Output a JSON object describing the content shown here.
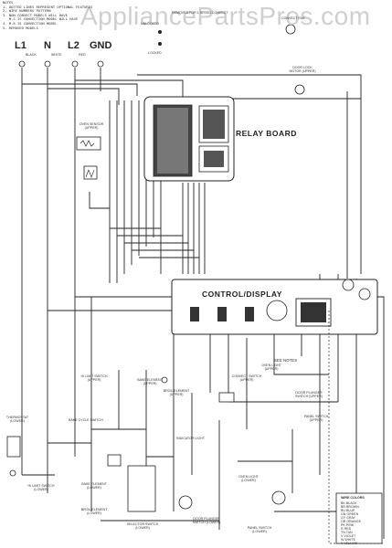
{
  "watermark": "AppliancePartsPros.com",
  "notes": [
    "NOTES",
    "1. DOTTED LINES REPRESENT OPTIONAL FEATURES",
    "2. WIRE NUMBERS PATTERN",
    "3. NON-CONVECT MODELS WILL HAVE",
    "   M-S IS CONVECTION MODEL WILL HAVE",
    "4. M-8 IS CONVECTION MODEL",
    "5. REMOVED MODELS"
  ],
  "note_right": "REMOVED FOR 1 SPEED CONVECT",
  "terminals": {
    "l1": "L1",
    "n": "N",
    "l2": "L2",
    "gnd": "GND",
    "l1_color": "BLACK",
    "n_color": "WHITE",
    "l2_color": "RED"
  },
  "blocks": {
    "relay_board": "RELAY BOARD",
    "control_display": "CONTROL/DISPLAY",
    "oven_sensor": "OVEN SENSOR (UPPER)",
    "convect_fan": "CONVECT FAN",
    "door_lock": "DOOR LOCK MOTOR (UPPER)",
    "hi_limit_upper": "HI LIMIT SWITCH (UPPER)",
    "bake_element_upper": "BAKE ELEMENT (UPPER)",
    "broil_element_upper": "BROIL ELEMENT (UPPER)",
    "convect_switch_upper": "CONVECT SWITCH (UPPER)",
    "oven_light_upper": "OVEN LIGHT (UPPER)",
    "door_plunger_upper": "DOOR PLUNGER SWITCH (UPPER)",
    "panel_switch_upper": "PANEL SWITCH (UPPER)",
    "thermostat_lower": "THERMOSTAT (LOWER)",
    "bake_cycle_switch": "BAKE CYCLE SWITCH",
    "indicator_light": "INDICATOR LIGHT",
    "hi_limit_lower": "HI LIMIT SWITCH (LOWER)",
    "bake_element_lower": "BAKE ELEMENT (LOWER)",
    "broil_element_lower": "BROIL ELEMENT (LOWER)",
    "selector_switch": "SELECTOR SWITCH (LOWER)",
    "oven_light_lower": "OVEN LIGHT (LOWER)",
    "door_plunger_lower": "DOOR PLUNGER SWITCH (LOWER)",
    "panel_switch_lower": "PANEL SWITCH (LOWER)",
    "see_notes": "SEE NOTES",
    "unlocked": "UNLOCKED",
    "locked": "LOCKED"
  },
  "wire_codes_title": "WIRE COLORS",
  "wire_codes": [
    "BK BLACK",
    "BR BROWN",
    "BU BLUE",
    "GN GREEN",
    "GY GRAY",
    "OR ORANGE",
    "PK PINK",
    "R RED",
    "TN TAN",
    "V VIOLET",
    "W WHITE",
    "Y YELLOW"
  ]
}
